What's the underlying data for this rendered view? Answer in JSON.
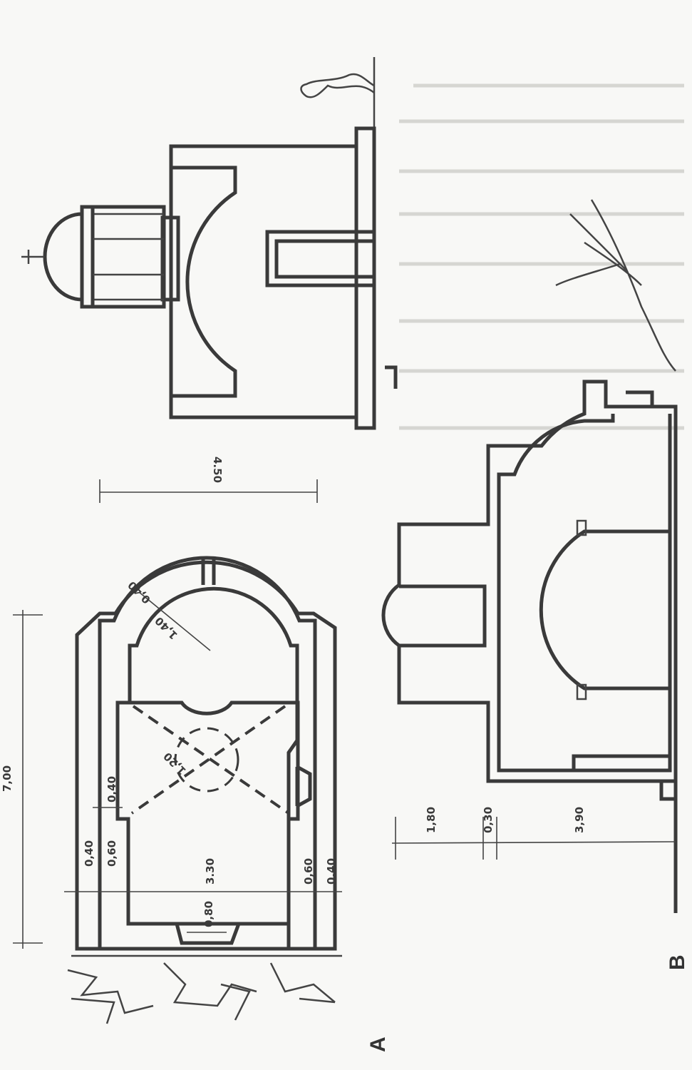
{
  "figure_labels": {
    "plan": "A",
    "section": "B"
  },
  "dimensions": {
    "total_length": "7,00",
    "elevation_width": "4.50",
    "outer_wall_left": "0,40",
    "inner_wall_left": "0,60",
    "nave_width": "3.30",
    "inner_wall_right": "0,60",
    "outer_wall_right": "0,40",
    "wall_mid": "0,40",
    "door_width": "0,80",
    "dome_diameter": "1,20",
    "apse_radius": "1,40",
    "apse_wall": "0,40",
    "height_upper": "1,80",
    "height_mid": "0,30",
    "height_lower": "3,90"
  },
  "colors": {
    "ink": "#3a3a3a",
    "paper": "#f8f8f6"
  }
}
